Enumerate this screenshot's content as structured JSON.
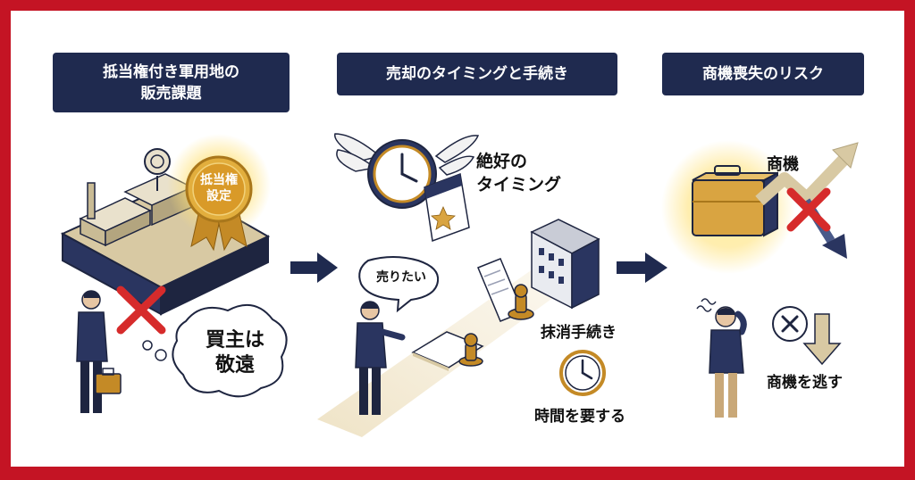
{
  "sections": [
    {
      "title_lines": [
        "抵当権付き軍用地の",
        "販売課題"
      ]
    },
    {
      "title_lines": [
        "売却のタイミングと手続き"
      ]
    },
    {
      "title_lines": [
        "商機喪失のリスク"
      ]
    }
  ],
  "panel1": {
    "badge_lines": [
      "抵当権",
      "設定"
    ],
    "bubble_lines": [
      "買主は",
      "敬遠"
    ]
  },
  "panel2": {
    "good_timing_lines": [
      "絶好の",
      "タイミング"
    ],
    "want_to_sell": "売りたい",
    "cancellation": "抹消手続き",
    "takes_time": "時間を要する"
  },
  "panel3": {
    "opportunity": "商機",
    "miss_opportunity": "商機を逃す"
  },
  "colors": {
    "frame": "#c41424",
    "header": "#1f2a4f",
    "gold": "#d9a441",
    "navy": "#2a3560",
    "cross": "#d62b2b",
    "land": "#d8c9a3"
  },
  "icons": [
    "factory-icon",
    "radar-icon",
    "medal-icon",
    "cross-icon",
    "businessman-icon",
    "briefcase-icon",
    "winged-clock-icon",
    "calendar-icon",
    "building-icon",
    "document-icon",
    "stamp-icon",
    "clock-icon",
    "arrow-right-icon",
    "zigzag-arrow-icon",
    "worried-man-icon",
    "down-arrow-icon"
  ]
}
